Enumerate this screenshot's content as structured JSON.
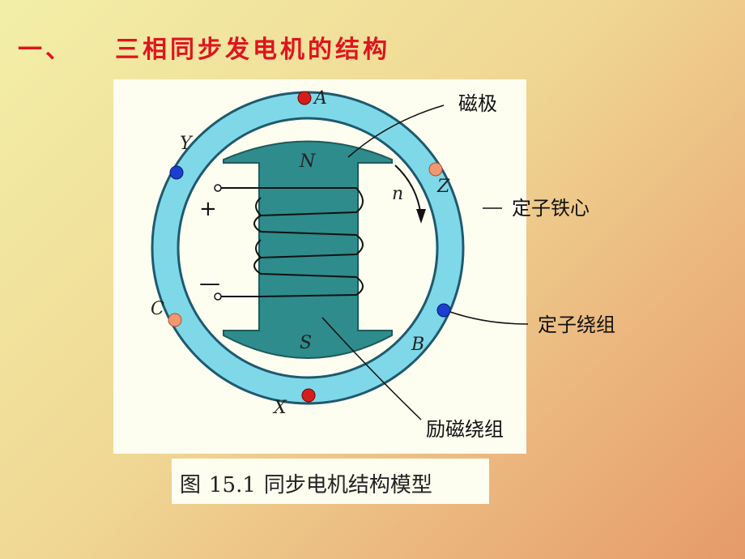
{
  "title": {
    "number": "一、",
    "text": "三相同步发电机的结构"
  },
  "diagram": {
    "labels": {
      "magnetic_pole": "磁极",
      "stator_core": "定子铁心",
      "stator_winding": "定子绕组",
      "field_winding": "励磁绕组"
    },
    "phase_markers": {
      "A": "A",
      "Z": "Z",
      "B": "B",
      "X": "X",
      "C": "C",
      "Y": "Y"
    },
    "pole_N": "N",
    "pole_S": "S",
    "speed": "n",
    "plus": "+",
    "minus": "—"
  },
  "caption": {
    "prefix": "图",
    "number": "15.1",
    "text": "同步电机结构模型"
  },
  "colors": {
    "title": "#e0141e",
    "stator_ring": "#7fd8e8",
    "rotor": "#2e8c8c",
    "phase_red": "#d41e1e",
    "phase_blue": "#1a3fd0",
    "phase_orange": "#f29870"
  }
}
